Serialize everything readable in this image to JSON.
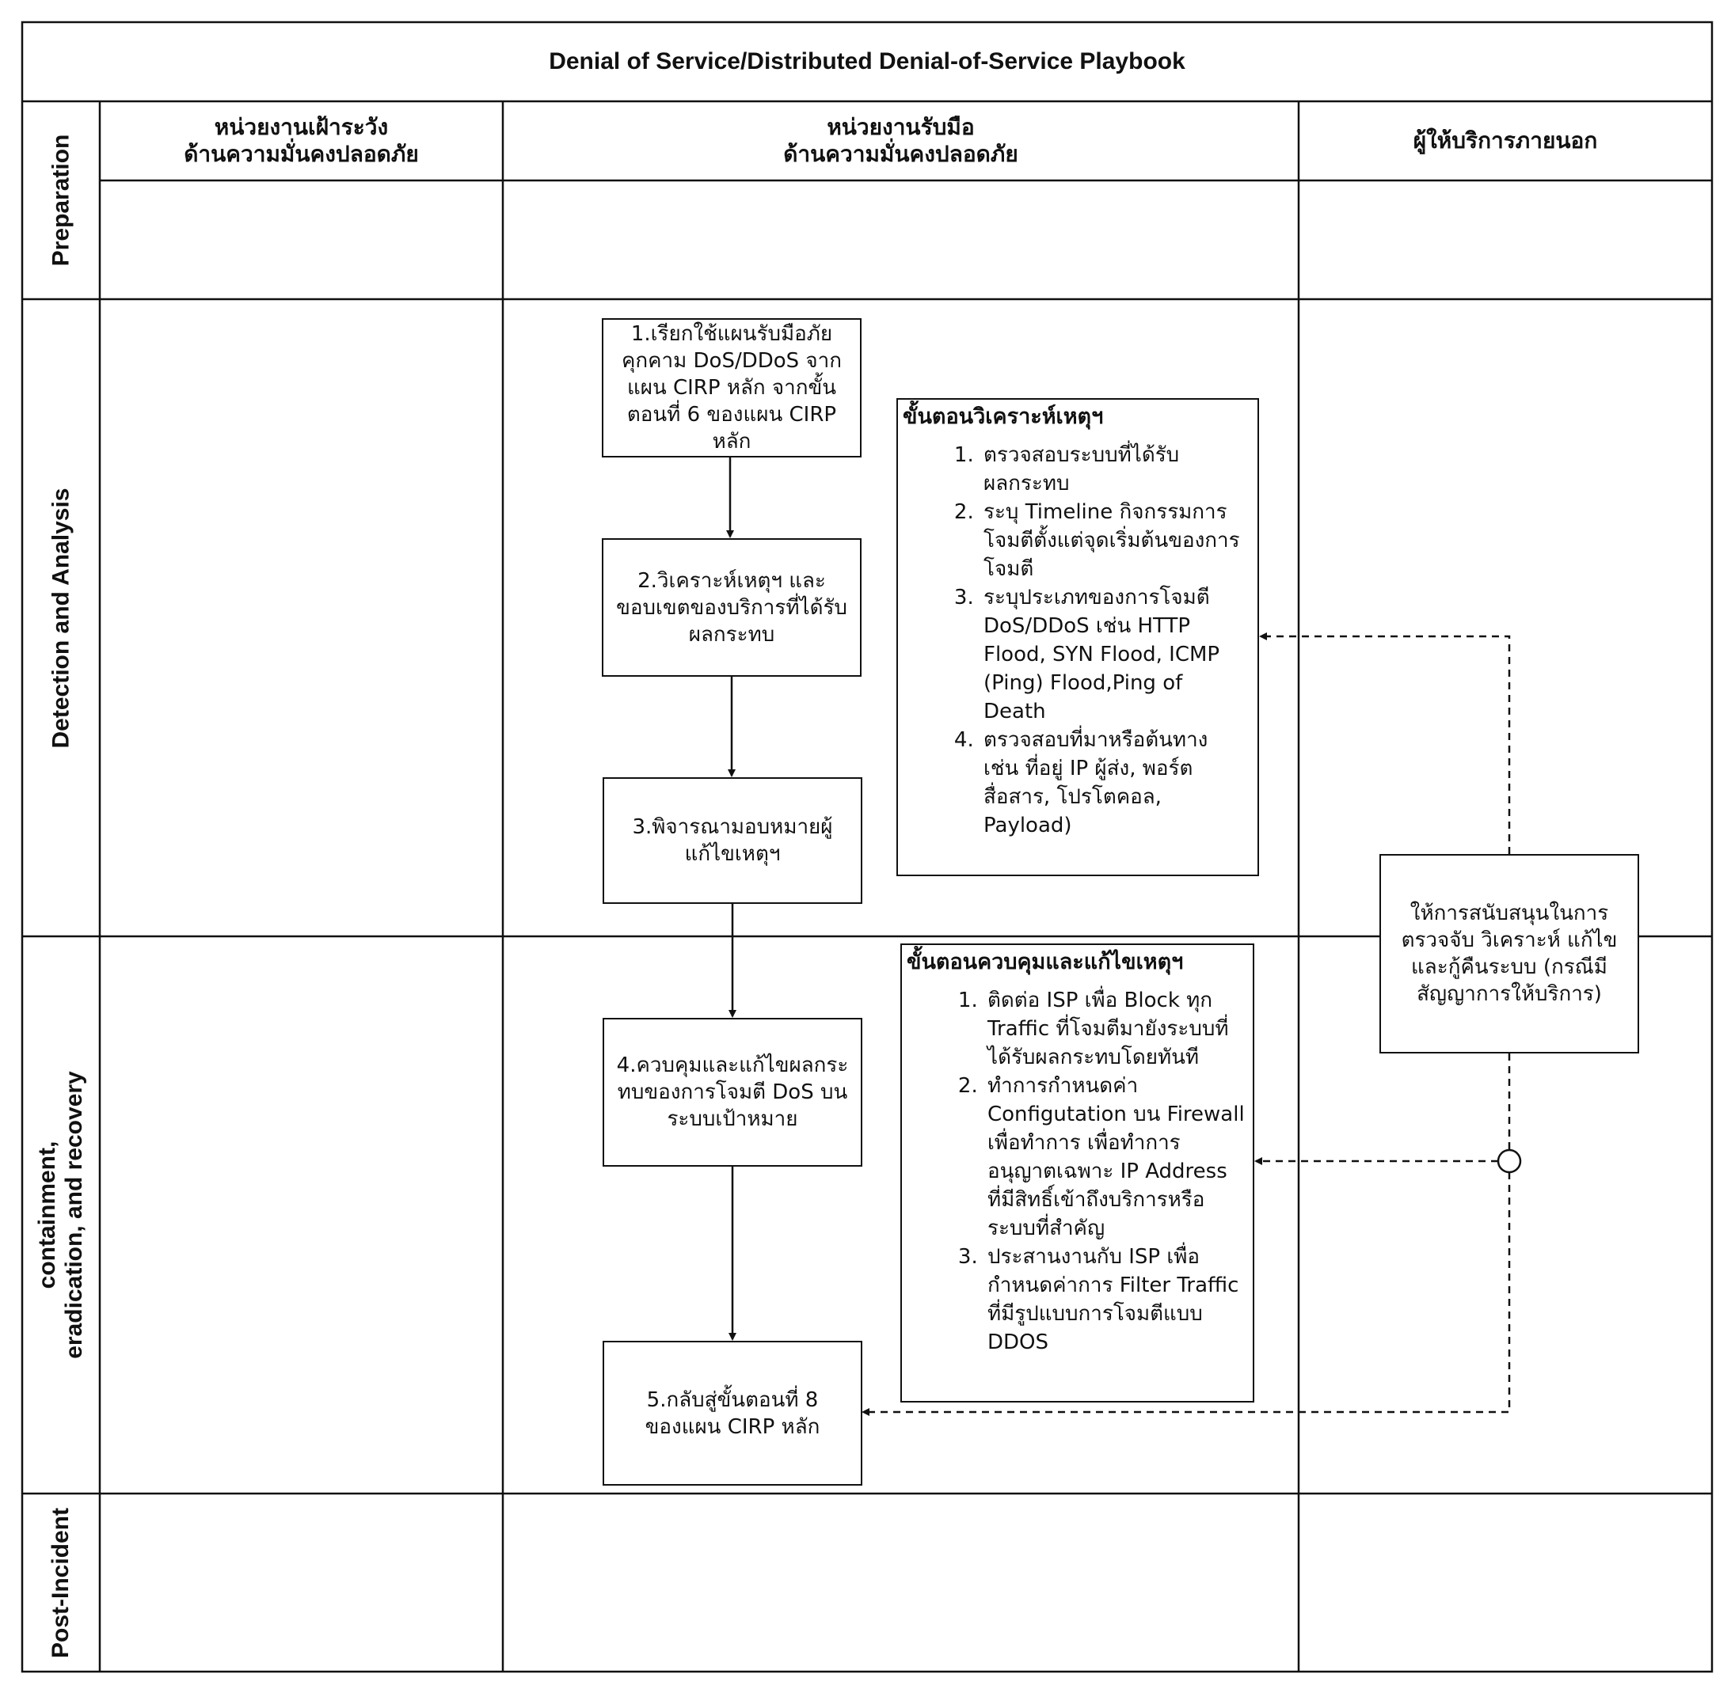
{
  "title": "Denial of Service/Distributed Denial-of-Service Playbook",
  "lanes": [
    "หน่วยงานเฝ้าระวัง\nด้านความมั่นคงปลอดภัย",
    "หน่วยงานรับมือ\nด้านความมั่นคงปลอดภัย",
    "ผู้ให้บริการภายนอก"
  ],
  "phases": [
    "Preparation",
    "Detection and Analysis",
    "containment,\neradication, and recovery",
    "Post-Incident"
  ],
  "steps": [
    "1.เรียกใช้แผนรับมือภัย\nคุกคาม DoS/DDoS จาก\nแผน CIRP หลัก จากขั้น\nตอนที่ 6 ของแผน CIRP\nหลัก",
    "2.วิเคราะห์เหตุฯ และ\nขอบเขตของบริการที่ได้รับ\nผลกระทบ",
    "3.พิจารณามอบหมายผู้\nแก้ไขเหตุฯ",
    "4.ควบคุมและแก้ไขผลกระ\nทบของการโจมตี DoS บน\nระบบเป้าหมาย",
    "5.กลับสู่ขั้นตอนที่ 8\nของแผน CIRP หลัก"
  ],
  "analysis_panel": {
    "heading": "ขั้นตอนวิเคราะห์เหตุฯ",
    "items": [
      "ตรวจสอบระบบที่ได้รับ\nผลกระทบ",
      "ระบุ Timeline กิจกรรมการ\nโจมตีตั้งแต่จุดเริ่มต้นของการ\nโจมตี",
      "ระบุประเภทของการโจมตี\nDoS/DDoS เช่น HTTP\nFlood, SYN Flood, ICMP\n(Ping) Flood,Ping of\nDeath",
      "ตรวจสอบที่มาหรือต้นทาง\nเช่น ที่อยู่ IP ผู้ส่ง, พอร์ต\nสื่อสาร, โปรโตคอล,\nPayload)"
    ]
  },
  "containment_panel": {
    "heading": "ขั้นตอนควบคุมและแก้ไขเหตุฯ",
    "items": [
      "ติดต่อ ISP เพื่อ Block ทุก\nTraffic ที่โจมตีมายังระบบที่\nได้รับผลกระทบโดยทันที",
      "ทำการกำหนดค่า\nConfigutation บน Firewall\nเพื่อทำการ เพื่อทำการ\nอนุญาตเฉพาะ IP Address\nที่มีสิทธิ์เข้าถึงบริการหรือ\nระบบที่สำคัญ",
      "ประสานงานกับ ISP เพื่อ\nกำหนดค่าการ Filter Traffic\nที่มีรูปแบบการโจมตีแบบ\nDDOS"
    ]
  },
  "external_support": "ให้การสนับสนุนในการ\nตรวจจับ วิเคราะห์ แก้ไข\nและกู้คืนระบบ (กรณีมี\nสัญญาการให้บริการ)"
}
